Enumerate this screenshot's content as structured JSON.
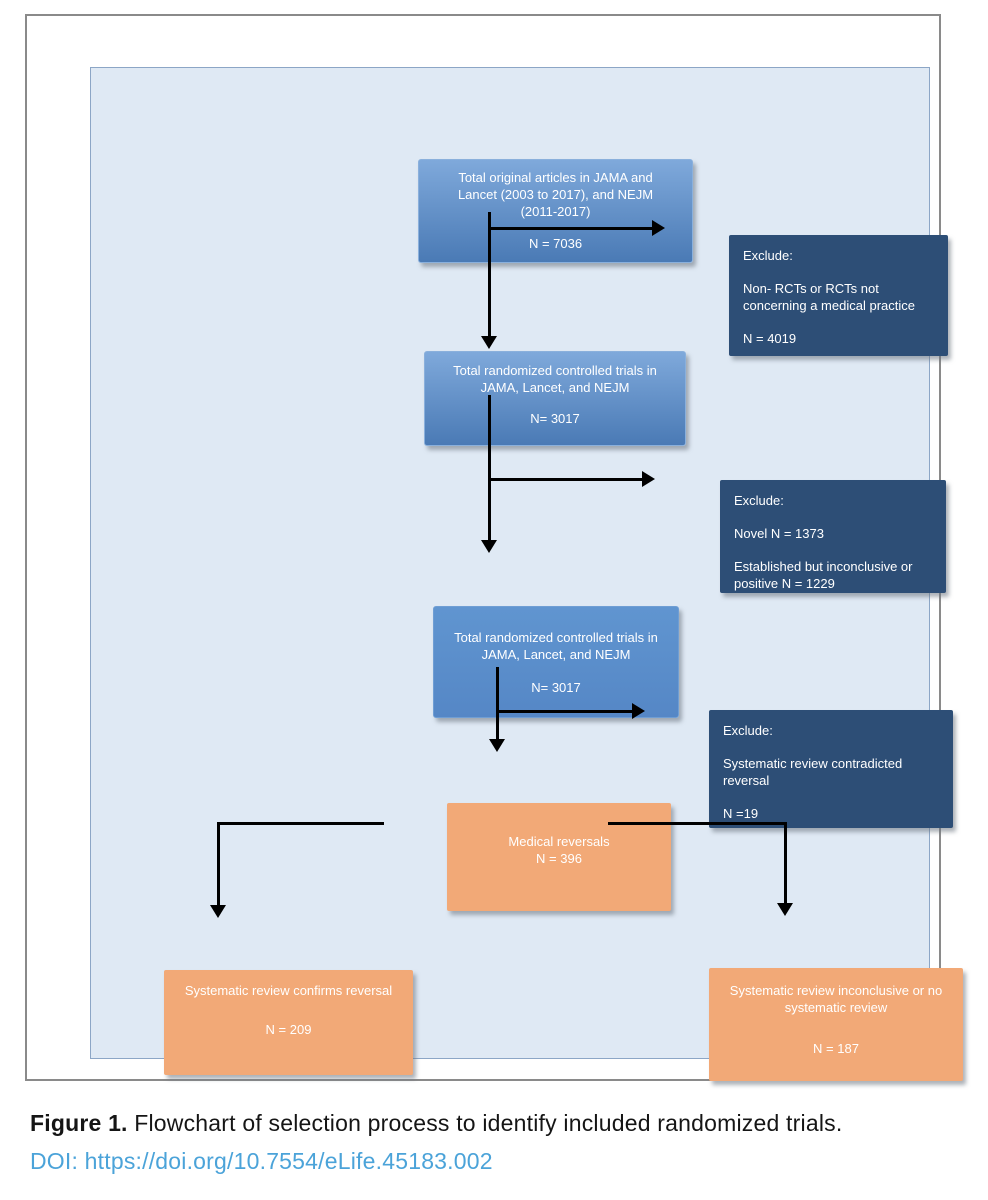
{
  "caption": {
    "label": "Figure 1.",
    "text": " Flowchart of selection process to identify included randomized trials.",
    "doi": "DOI: https://doi.org/10.7554/eLife.45183.002"
  },
  "boxes": {
    "top": {
      "text": "Total original articles in JAMA and Lancet (2003 to 2017), and NEJM (2011-2017)",
      "n": "N = 7036"
    },
    "exclude1": {
      "title": "Exclude:",
      "body": "Non- RCTs or RCTs not concerning a medical practice",
      "n": "N = 4019"
    },
    "rct1": {
      "text": "Total randomized controlled trials in JAMA, Lancet, and NEJM",
      "n": "N= 3017"
    },
    "exclude2": {
      "title": "Exclude:",
      "body1": "Novel N = 1373",
      "body2": "Established but inconclusive or positive N = 1229"
    },
    "rct2": {
      "text": "Total randomized controlled trials in JAMA, Lancet, and NEJM",
      "n": "N= 3017"
    },
    "exclude3": {
      "title": "Exclude:",
      "body": "Systematic review contradicted reversal",
      "n": "N =19"
    },
    "reversals": {
      "text": "Medical reversals",
      "n": "N = 396"
    },
    "confirmed": {
      "text": "Systematic review confirms reversal",
      "n": "N = 209"
    },
    "inconclusive": {
      "text": "Systematic review inconclusive or no systematic review",
      "n": "N = 187"
    }
  },
  "colors": {
    "panel_bg": "#dfe9f4",
    "panel_border": "#8ca6c6",
    "frame_border": "#8a8a8a",
    "blue_top": "#7fa9db",
    "blue_bottom": "#4a7ab5",
    "blue_flat_top": "#6095d0",
    "blue_flat_bottom": "#5587c6",
    "navy": "#2d4e76",
    "orange": "#f2a977",
    "doi_link": "#4ba3d9",
    "arrow": "#000000",
    "text_white": "#ffffff"
  }
}
